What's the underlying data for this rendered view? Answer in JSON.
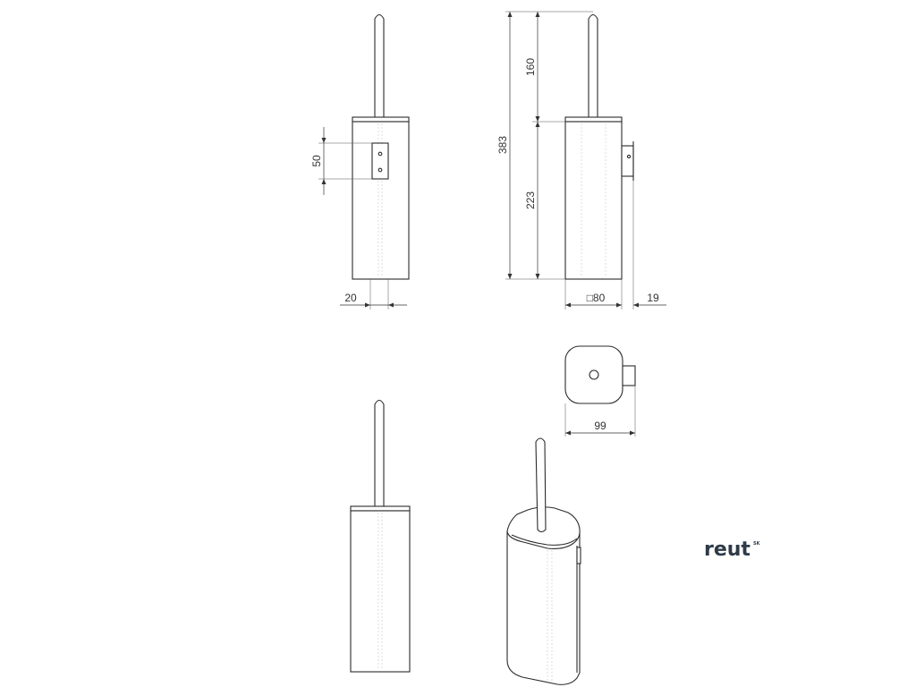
{
  "dimensions": {
    "front_handle_spacing": "50",
    "front_offset": "20",
    "side_total_height": "383",
    "side_handle_length": "160",
    "side_body_height": "223",
    "side_width": "□80",
    "side_bracket_depth": "19",
    "top_depth": "99"
  },
  "logo": {
    "name": "reut",
    "suffix": "SK",
    "color": "#2f3b49"
  }
}
